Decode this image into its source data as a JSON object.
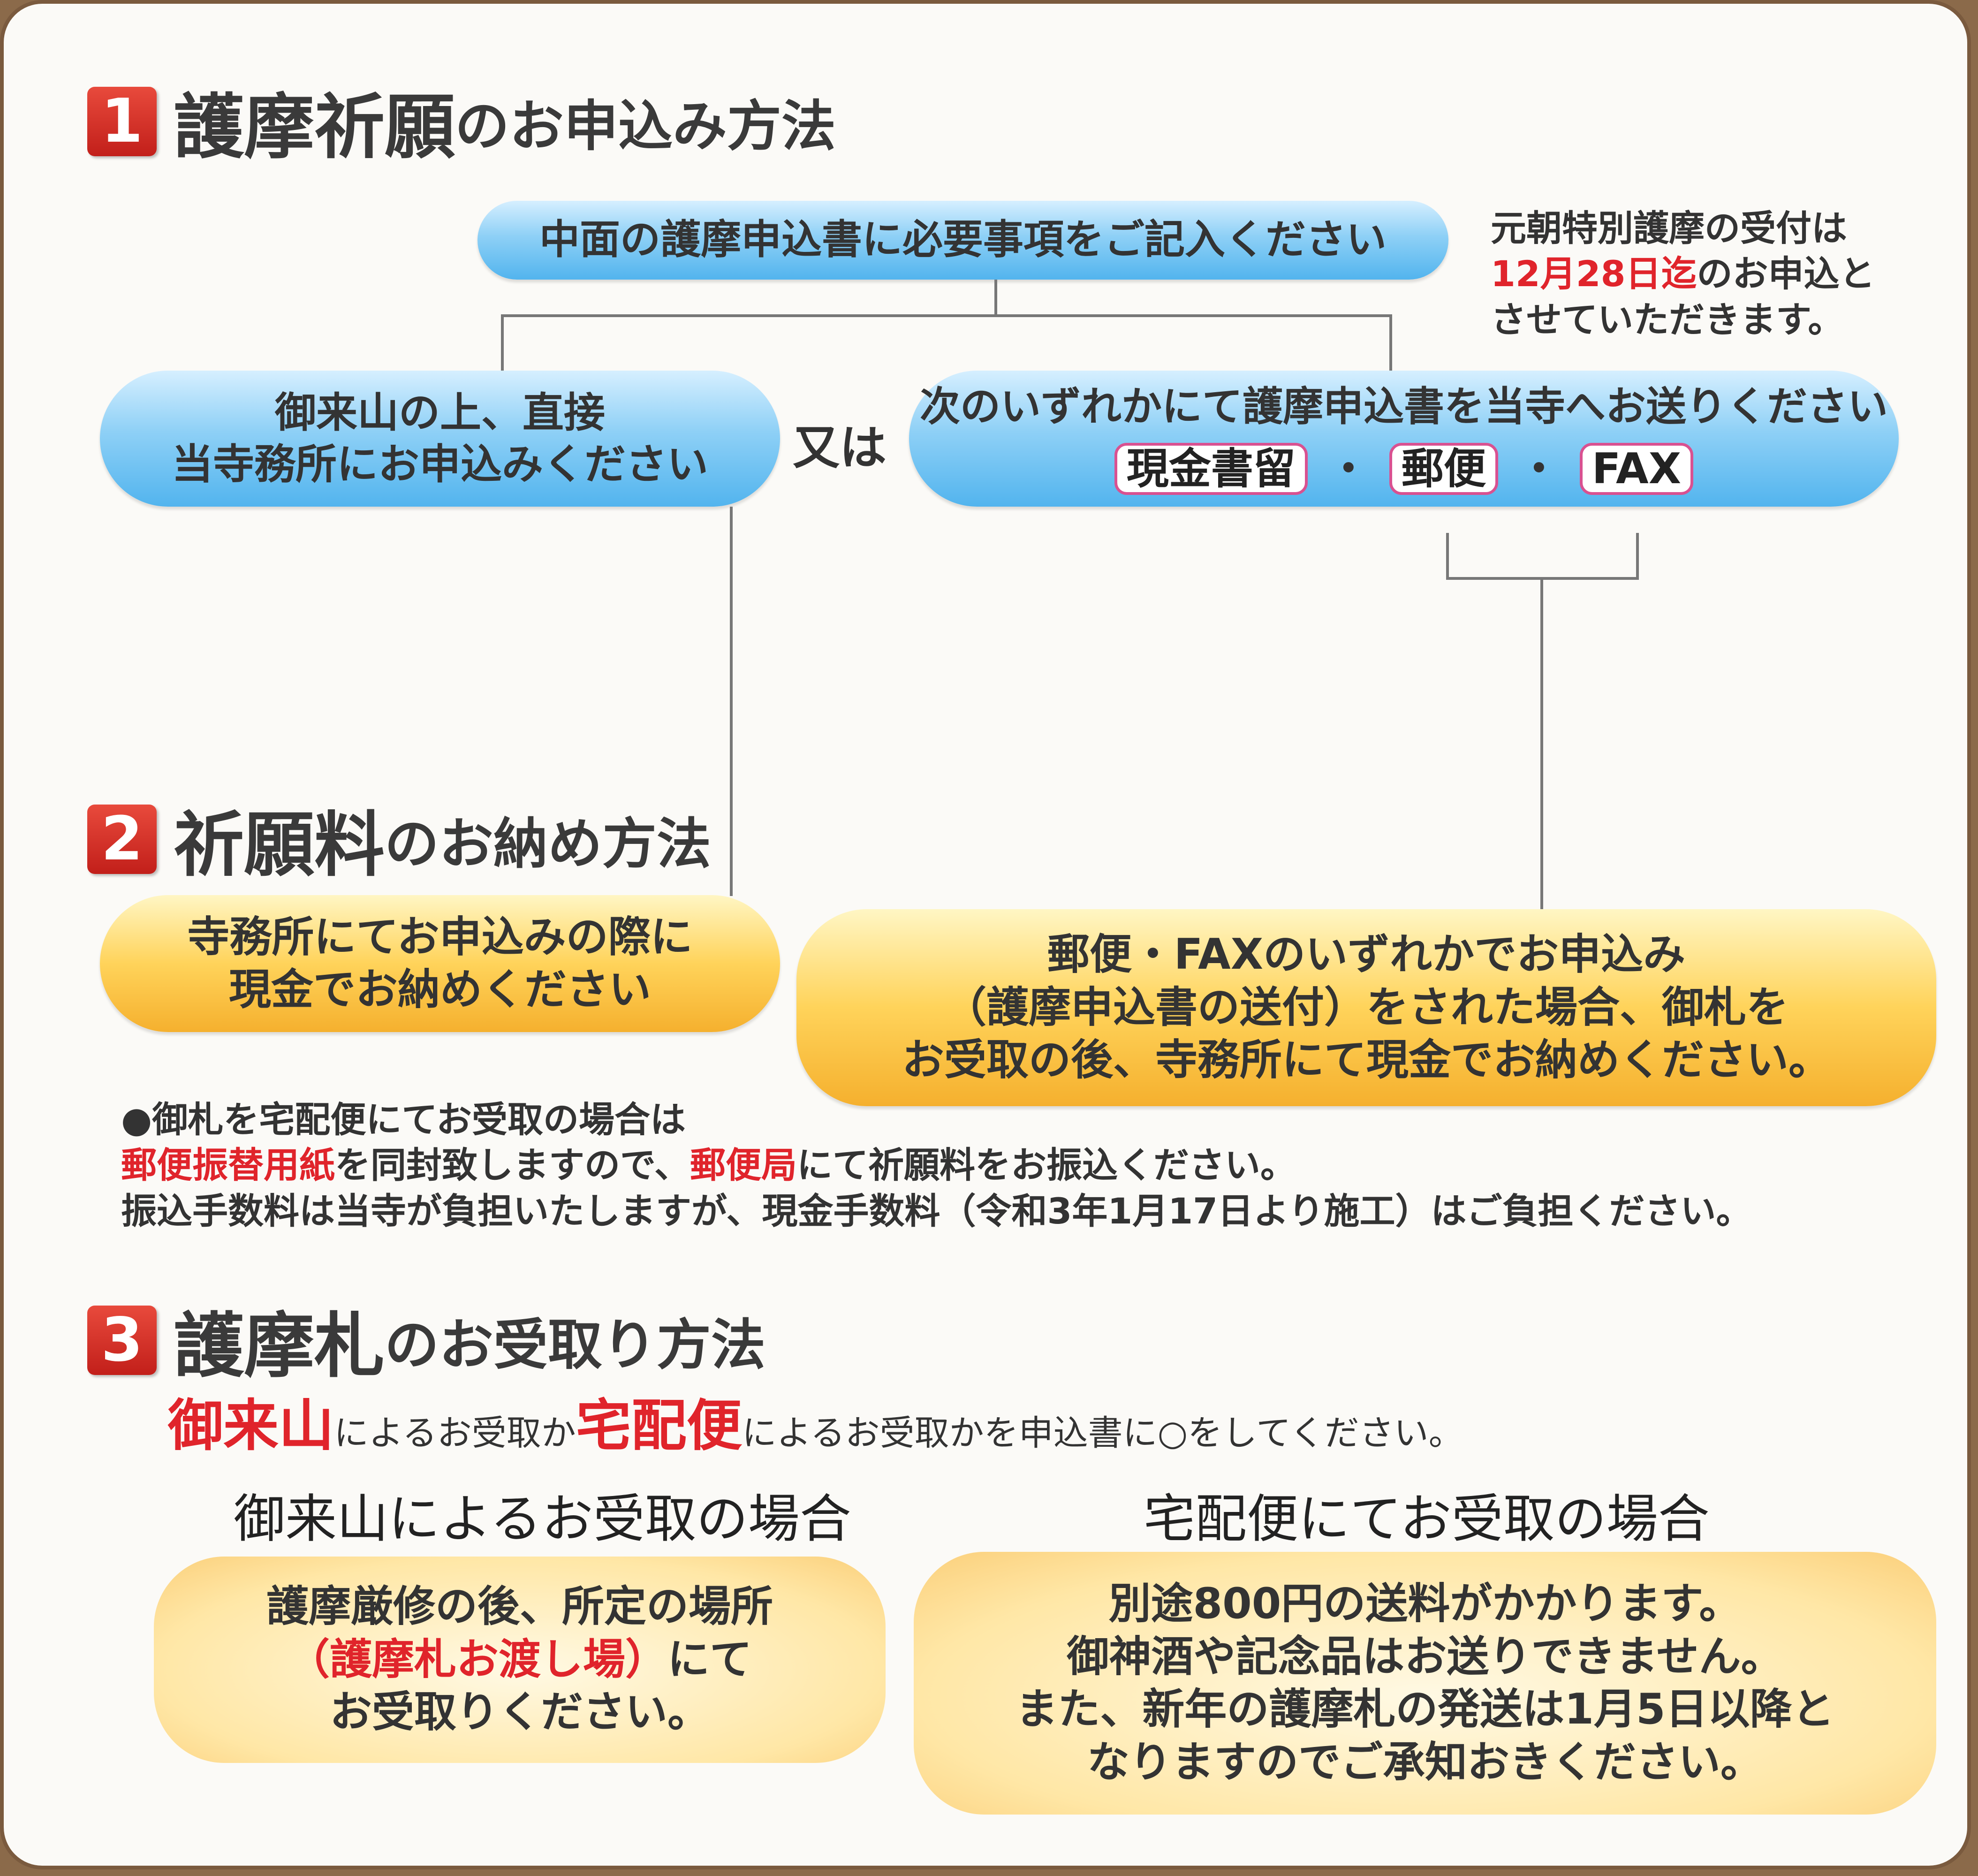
{
  "section1": {
    "number": "1",
    "title_bold": "護摩祈願",
    "title_rest": "のお申込み方法",
    "top_box": "中面の護摩申込書に必要事項をご記入ください",
    "side_note": {
      "line1": "元朝特別護摩の受付は",
      "line2_red": "12月28日迄",
      "line2_rest": "のお申込と",
      "line3": "させていただきます。"
    },
    "left_box": {
      "line1": "御来山の上、直接",
      "line2": "当寺務所にお申込みください"
    },
    "or_label": "又は",
    "right_box": {
      "line1": "次のいずれかにて護摩申込書を当寺へお送りください",
      "options": [
        "現金書留",
        "郵便",
        "FAX"
      ],
      "separator": "・"
    }
  },
  "section2": {
    "number": "2",
    "title_bold": "祈願料",
    "title_rest": "のお納め方法",
    "left_box": {
      "line1": "寺務所にてお申込みの際に",
      "line2": "現金でお納めください"
    },
    "right_box": {
      "line1": "郵便・FAXのいずれかでお申込み",
      "line2": "（護摩申込書の送付）をされた場合、御札を",
      "line3": "お受取の後、寺務所にて現金でお納めください。"
    },
    "note": {
      "line1": "●御札を宅配便にてお受取の場合は",
      "line2_red1": "郵便振替用紙",
      "line2_mid": "を同封致しますので、",
      "line2_red2": "郵便局",
      "line2_rest": "にて祈願料をお振込ください。",
      "line3": "振込手数料は当寺が負担いたしますが、現金手数料（令和3年1月17日より施工）はご負担ください。"
    }
  },
  "section3": {
    "number": "3",
    "title_bold": "護摩札",
    "title_rest": "のお受取り方法",
    "instruction": {
      "red1": "御来山",
      "mid1": "によるお受取か",
      "red2": "宅配便",
      "rest": "によるお受取かを申込書に○をしてください。"
    },
    "left_heading": "御来山によるお受取の場合",
    "right_heading": "宅配便にてお受取の場合",
    "left_box": {
      "line1": "護摩厳修の後、所定の場所",
      "line2_red": "（護摩札お渡し場）",
      "line2_rest": "にて",
      "line3": "お受取りください。"
    },
    "right_box": {
      "line1": "別途800円の送料がかかります。",
      "line2": "御神酒や記念品はお送りできません。",
      "line3": "また、新年の護摩札の発送は1月5日以降と",
      "line4": "なりますのでご承知おきください。"
    }
  }
}
